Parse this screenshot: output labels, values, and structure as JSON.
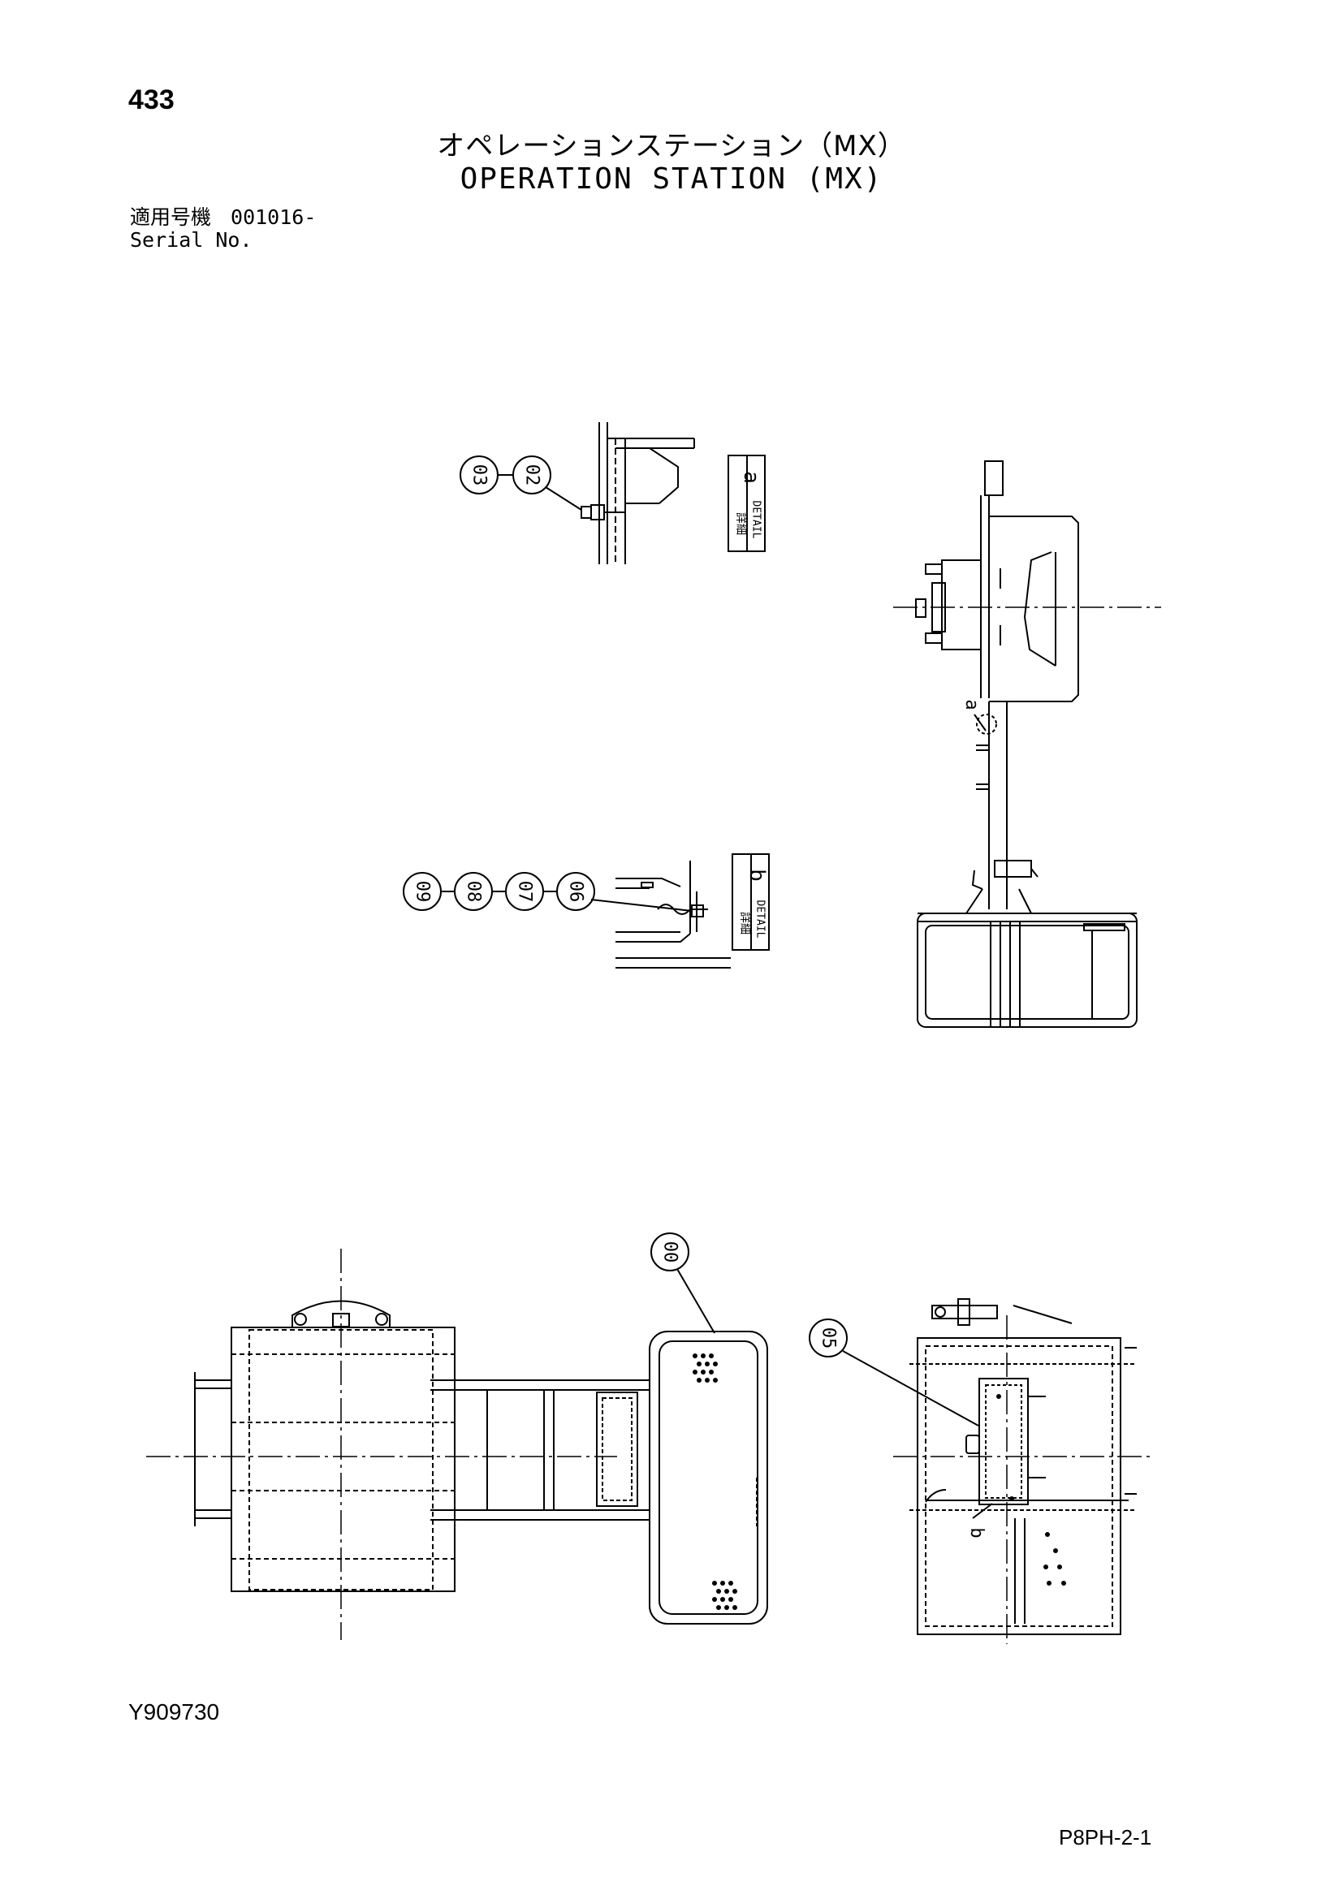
{
  "page": {
    "number": "433",
    "title_jp": "オペレーションステーション（MX）",
    "title_en": "OPERATION STATION (MX)",
    "serial_label_jp": "適用号機",
    "serial_value": "001016-",
    "serial_label_en": "Serial No.",
    "doc_code": "Y909730",
    "sheet_code": "P8PH-2-1"
  },
  "detail_a": {
    "tag_jp": "詳細",
    "tag_en": "DETAIL",
    "letter": "a",
    "callouts": [
      "03",
      "02"
    ]
  },
  "detail_b": {
    "tag_jp": "詳細",
    "tag_en": "DETAIL",
    "letter": "b",
    "callouts": [
      "09",
      "08",
      "07",
      "06"
    ]
  },
  "side_view": {
    "detail_ref": "a"
  },
  "plan_view": {
    "callout": "00"
  },
  "front_view": {
    "callout": "05",
    "detail_ref": "b"
  }
}
